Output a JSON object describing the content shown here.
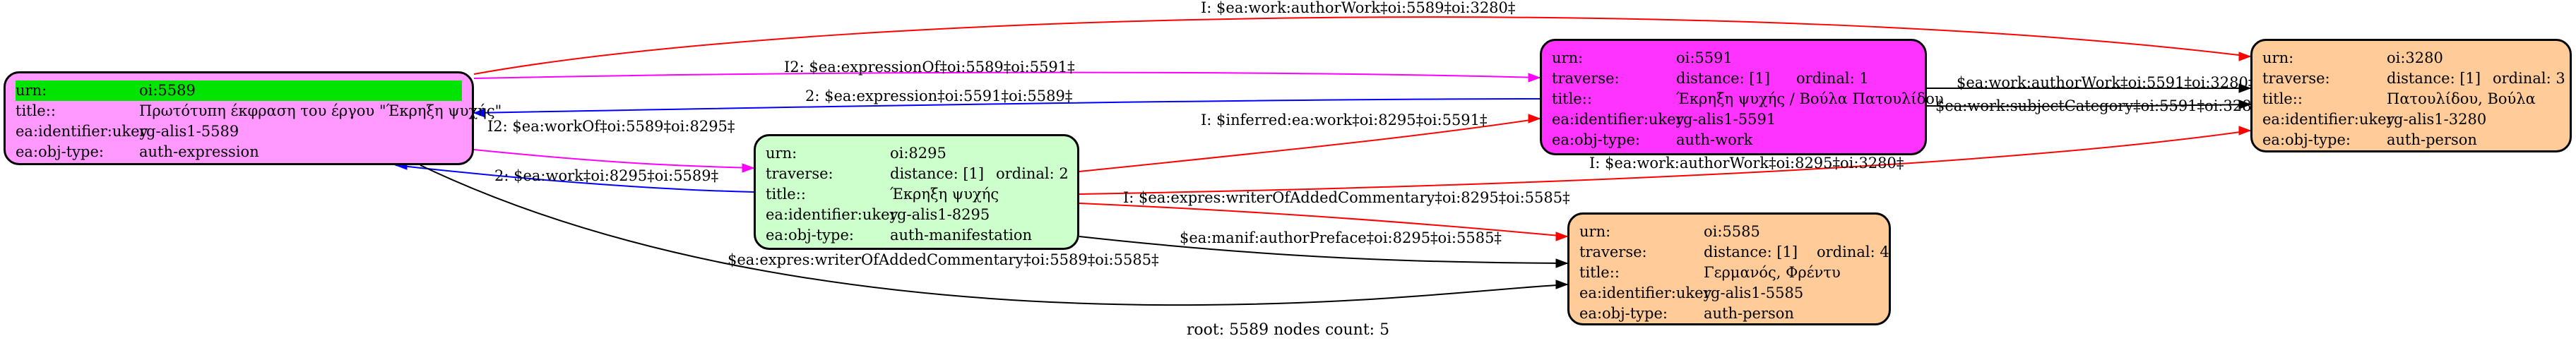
{
  "nodes": {
    "n5589": {
      "bg": "#ff99ff",
      "rows": [
        {
          "k": "urn:",
          "v": "oi:5589",
          "hl": true
        },
        {
          "k": "title::",
          "v": "Πρωτότυπη έκφραση του έργου \"Έκρηξη ψυχής\""
        },
        {
          "k": "ea:identifier:ukey",
          "v": "rg-alis1-5589"
        },
        {
          "k": "ea:obj-type:",
          "v": "auth-expression"
        }
      ]
    },
    "n8295": {
      "bg": "#ccffcc",
      "rows": [
        {
          "k": "urn:",
          "v": "oi:8295"
        },
        {
          "k": "traverse:",
          "v": "distance: [1]",
          "v2": "ordinal: 2"
        },
        {
          "k": "title::",
          "v": "Έκρηξη ψυχής"
        },
        {
          "k": "ea:identifier:ukey",
          "v": "rg-alis1-8295"
        },
        {
          "k": "ea:obj-type:",
          "v": "auth-manifestation"
        }
      ]
    },
    "n5591": {
      "bg": "#ff33ff",
      "rows": [
        {
          "k": "urn:",
          "v": "oi:5591"
        },
        {
          "k": "traverse:",
          "v": "distance: [1]",
          "v2": "ordinal: 1"
        },
        {
          "k": "title::",
          "v": "Έκρηξη ψυχής / Βούλα Πατουλίδου"
        },
        {
          "k": "ea:identifier:ukey",
          "v": "rg-alis1-5591"
        },
        {
          "k": "ea:obj-type:",
          "v": "auth-work"
        }
      ]
    },
    "n5585": {
      "bg": "#ffcc99",
      "rows": [
        {
          "k": "urn:",
          "v": "oi:5585"
        },
        {
          "k": "traverse:",
          "v": "distance: [1]",
          "v2": "ordinal: 4"
        },
        {
          "k": "title::",
          "v": "Γερμανός, Φρέντυ"
        },
        {
          "k": "ea:identifier:ukey",
          "v": "rg-alis1-5585"
        },
        {
          "k": "ea:obj-type:",
          "v": "auth-person"
        }
      ]
    },
    "n3280": {
      "bg": "#ffcc99",
      "rows": [
        {
          "k": "urn:",
          "v": "oi:3280"
        },
        {
          "k": "traverse:",
          "v": "distance: [1]",
          "v2": "ordinal: 3"
        },
        {
          "k": "title::",
          "v": "Πατουλίδου, Βούλα"
        },
        {
          "k": "ea:identifier:ukey",
          "v": "rg-alis1-3280"
        },
        {
          "k": "ea:obj-type:",
          "v": "auth-person"
        }
      ]
    }
  },
  "edges": [
    {
      "id": "e1",
      "color": "#ff0000",
      "label": "I: $ea:work:authorWork‡oi:5589‡oi:3280‡"
    },
    {
      "id": "e2",
      "color": "#ff00ff",
      "label": "I2: $ea:expressionOf‡oi:5589‡oi:5591‡"
    },
    {
      "id": "e3",
      "color": "#0000ff",
      "label": "2: $ea:expression‡oi:5591‡oi:5589‡"
    },
    {
      "id": "e4",
      "color": "#ff00ff",
      "label": "I2: $ea:workOf‡oi:5589‡oi:8295‡"
    },
    {
      "id": "e5",
      "color": "#0000ff",
      "label": "2: $ea:work‡oi:8295‡oi:5589‡"
    },
    {
      "id": "e6",
      "color": "#ff0000",
      "label": "I: $inferred:ea:work‡oi:8295‡oi:5591‡"
    },
    {
      "id": "e7",
      "color": "#000000",
      "label": "$ea:work:authorWork‡oi:5591‡oi:3280‡"
    },
    {
      "id": "e8",
      "color": "#000000",
      "label": "$ea:work:subjectCategory‡oi:5591‡oi:3280‡"
    },
    {
      "id": "e9",
      "color": "#ff0000",
      "label": "I: $ea:work:authorWork‡oi:8295‡oi:3280‡"
    },
    {
      "id": "e10",
      "color": "#ff0000",
      "label": "I: $ea:expres:writerOfAddedCommentary‡oi:8295‡oi:5585‡"
    },
    {
      "id": "e11",
      "color": "#000000",
      "label": "$ea:manif:authorPreface‡oi:8295‡oi:5585‡"
    },
    {
      "id": "e12",
      "color": "#000000",
      "label": "$ea:expres:writerOfAddedCommentary‡oi:5589‡oi:5585‡"
    }
  ],
  "footer": "root: 5589 nodes count: 5"
}
